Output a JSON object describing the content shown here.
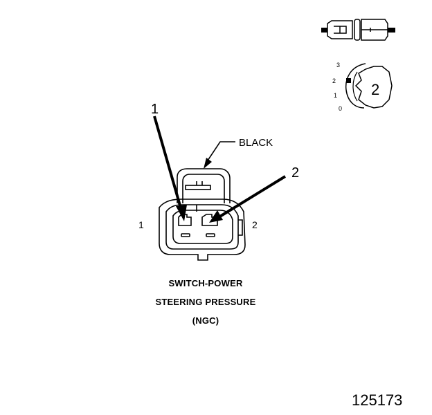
{
  "connector": {
    "color_label": "BLACK",
    "callout_1": "1",
    "callout_2": "2",
    "cavity_1": "1",
    "cavity_2": "2"
  },
  "orientation_icon": {
    "scale_3": "3",
    "scale_2": "2",
    "scale_1": "1",
    "scale_0": "0",
    "view_number": "2"
  },
  "title": {
    "line1": "SWITCH-POWER",
    "line2": "STEERING PRESSURE",
    "line3": "(NGC)"
  },
  "figure_number": "125173",
  "colors": {
    "ink": "#000000",
    "background": "#ffffff"
  }
}
